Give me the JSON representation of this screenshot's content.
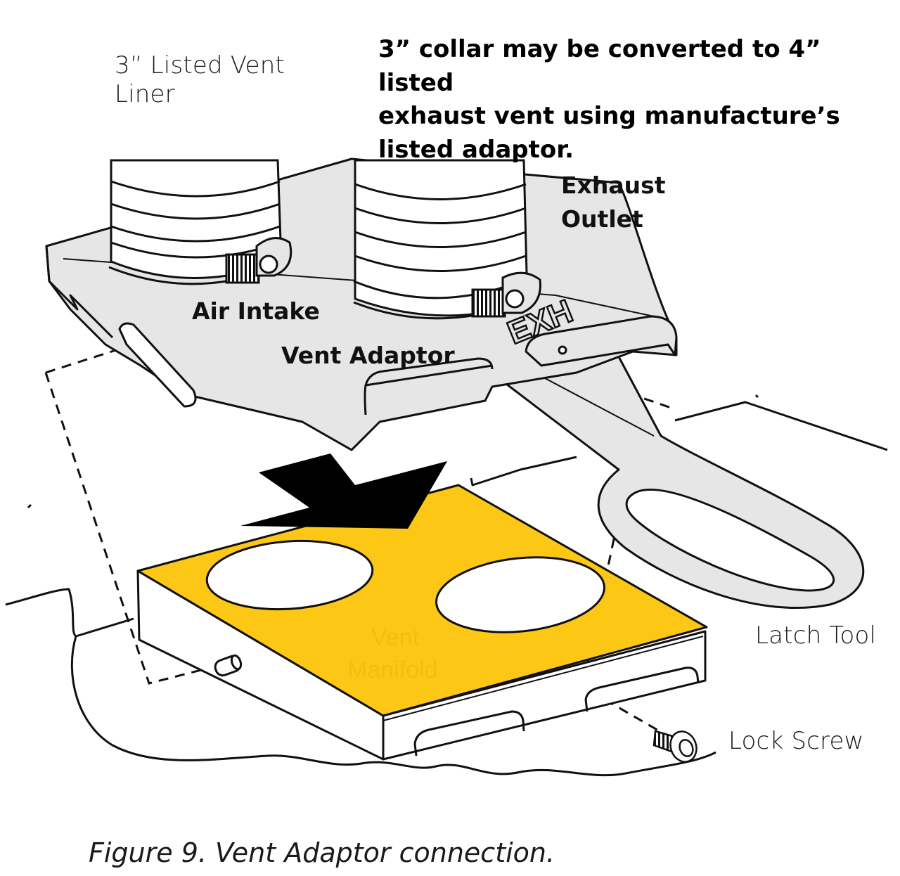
{
  "note": {
    "line1": "3” collar may be converted to 4” listed",
    "line2": "exhaust vent using manufacture’s",
    "line3": "listed adaptor."
  },
  "labels": {
    "liner_line1": "3” Listed Vent",
    "liner_line2": "Liner",
    "exhaust_line1": "Exhaust",
    "exhaust_line2": "Outlet",
    "air_intake": "Air Intake",
    "vent_adaptor": "Vent Adaptor",
    "exh_stamp": "EXH",
    "manifold_line1": "Vent",
    "manifold_line2": "Manifold",
    "latch_tool": "Latch Tool",
    "lock_screw": "Lock Screw"
  },
  "caption": "Figure 9. Vent Adaptor connection.",
  "colors": {
    "manifold_top": "#FDC716",
    "adaptor_plate": "#E6E6E6",
    "outline": "#111111"
  }
}
